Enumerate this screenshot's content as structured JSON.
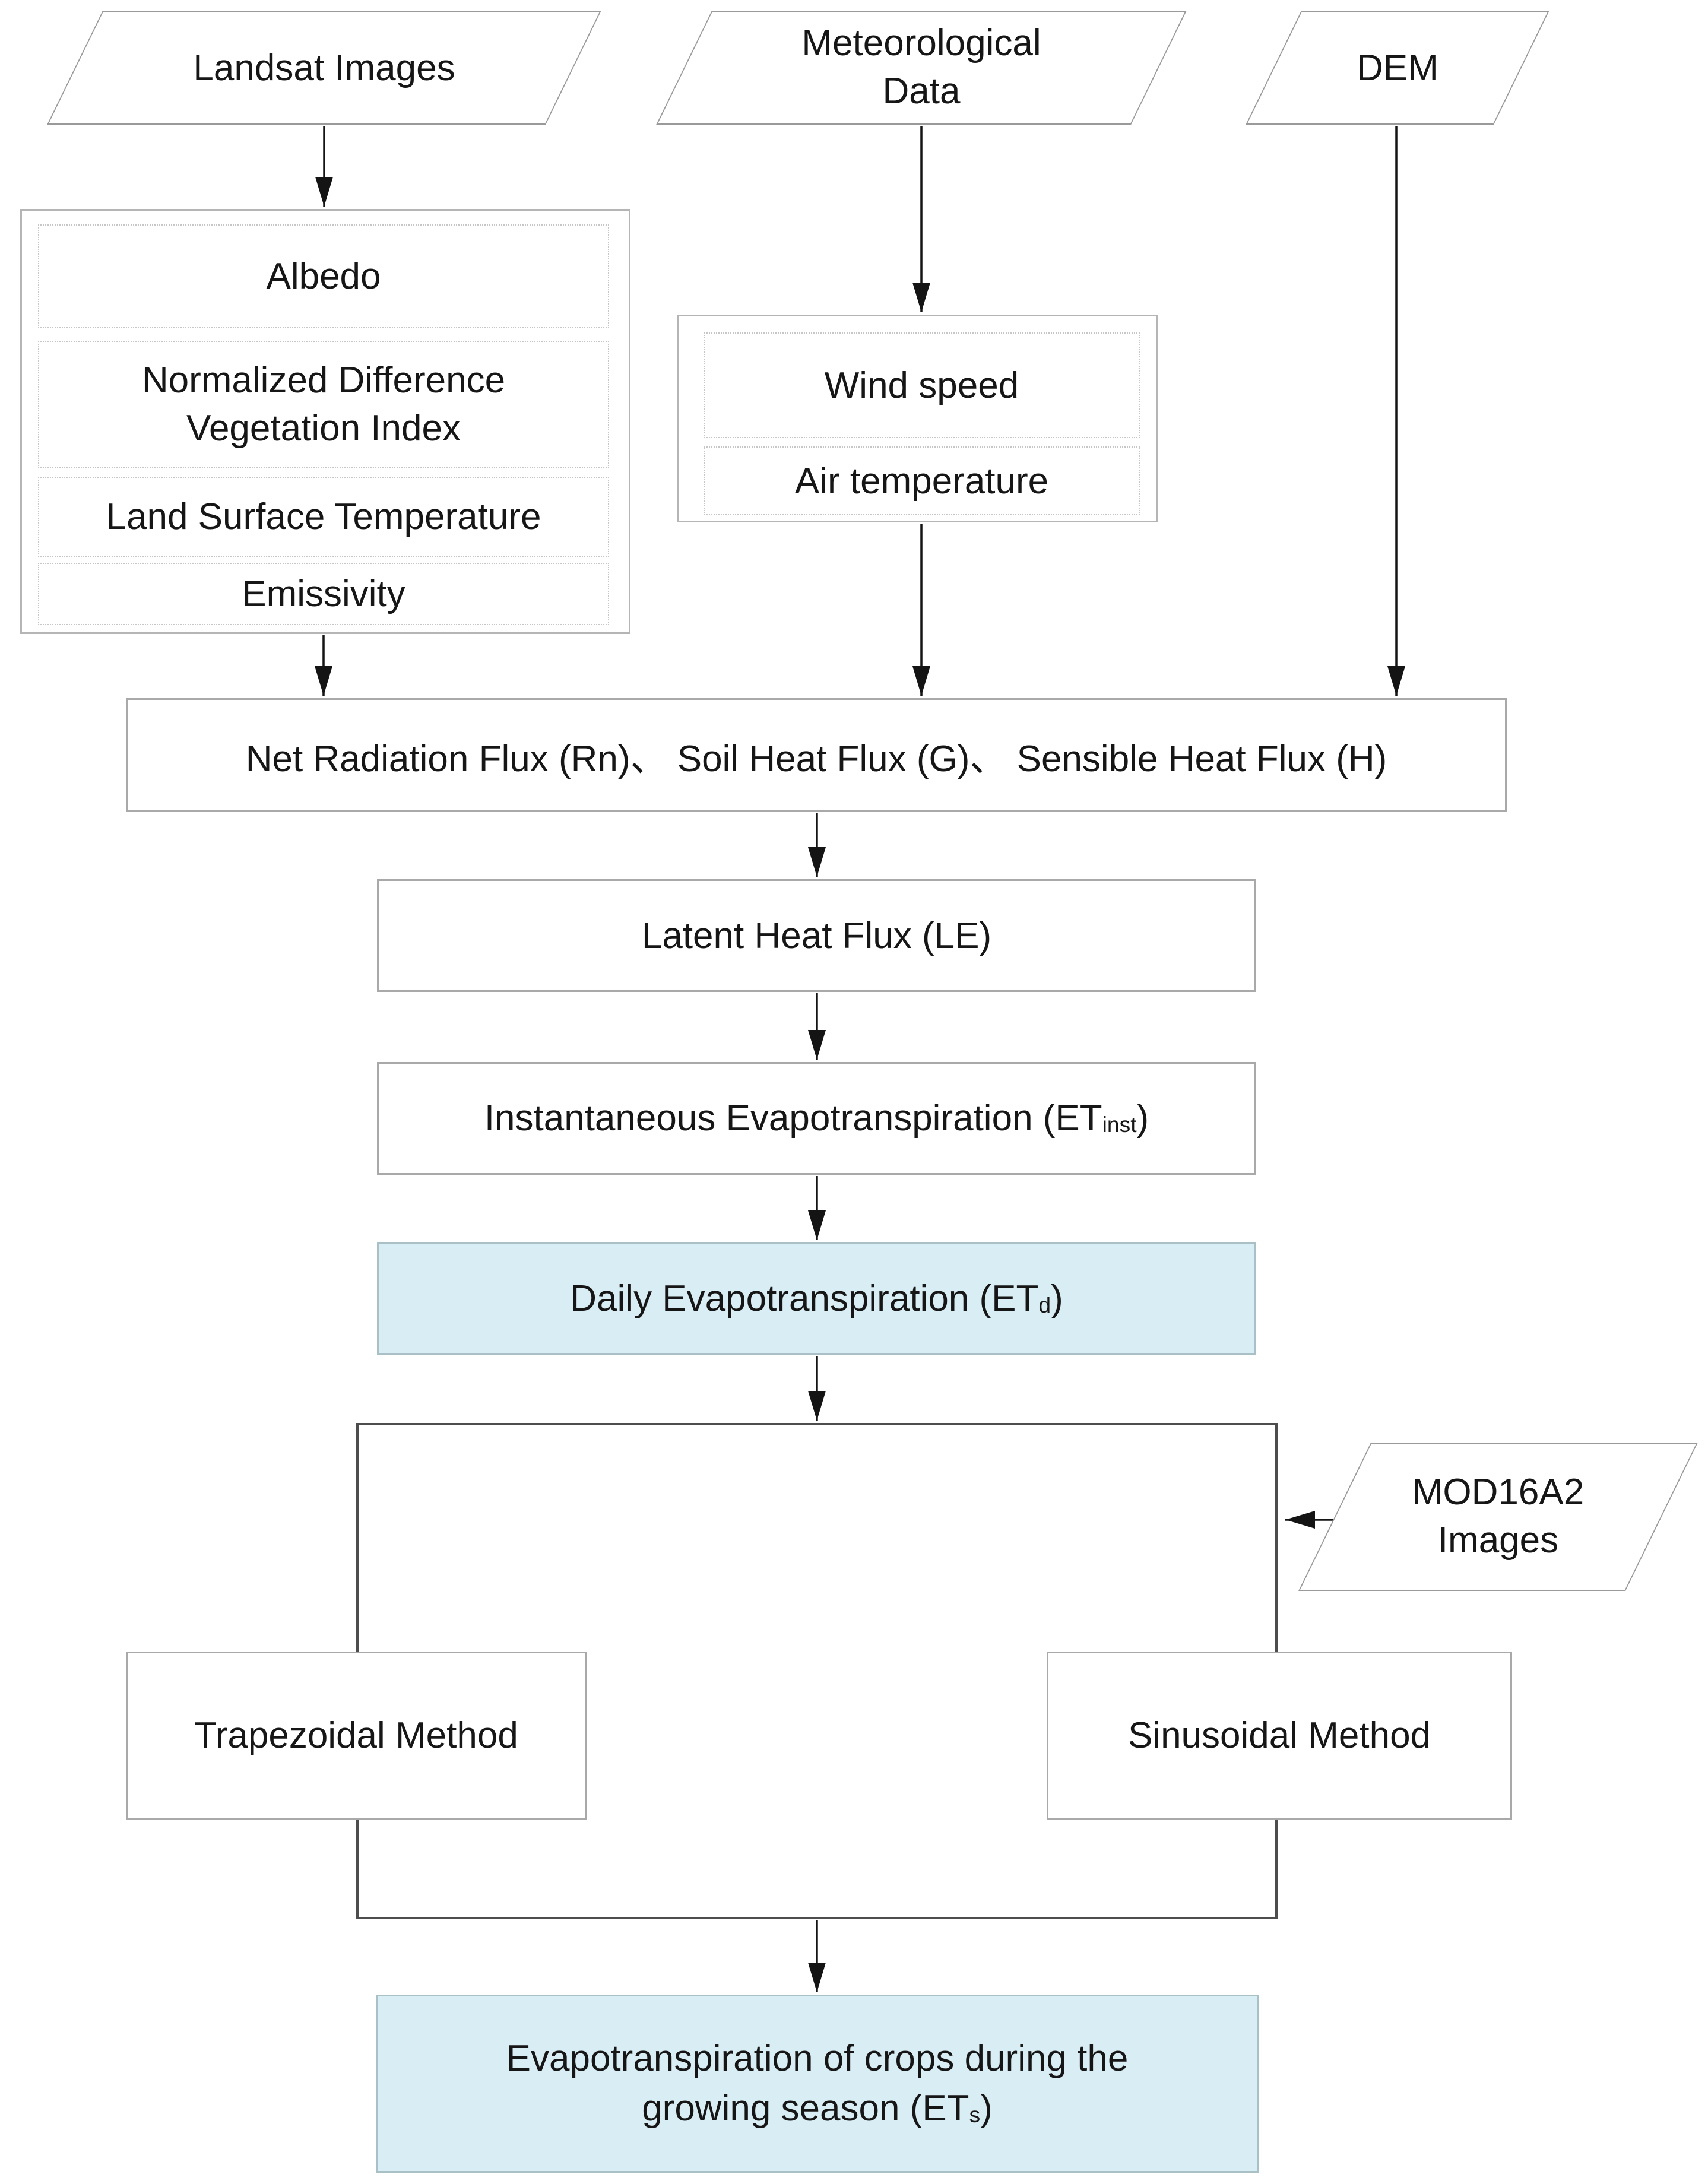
{
  "diagram": {
    "inputs": {
      "landsat": "Landsat Images",
      "meteorological": "Meteorological\nData",
      "dem": "DEM",
      "mod16a2": "MOD16A2\nImages"
    },
    "landsat_products": {
      "albedo": "Albedo",
      "ndvi": "Normalized Difference\nVegetation Index",
      "land_surface_temperature": "Land Surface Temperature",
      "emissivity": "Emissivity"
    },
    "meteo_variables": {
      "wind_speed": "Wind speed",
      "air_temperature": "Air temperature"
    },
    "fluxes": "Net Radiation Flux (Rn)、 Soil Heat Flux (G)、 Sensible Heat Flux (H)",
    "latent_heat": "Latent Heat Flux (LE)",
    "instantaneous_et": {
      "pre": "Instantaneous Evapotranspiration (ET",
      "sub": "inst",
      "post": ")"
    },
    "daily_et": {
      "pre": "Daily Evapotranspiration (ET",
      "sub": "d",
      "post": ")"
    },
    "methods": {
      "trapezoidal": "Trapezoidal Method",
      "sinusoidal": "Sinusoidal Method"
    },
    "seasonal_et": {
      "line1": "Evapotranspiration of crops during the",
      "line2_pre": "growing season (ET",
      "line2_sub": "s",
      "line2_post": ")"
    },
    "colors": {
      "highlight_fill": "#d9edf4",
      "highlight_border": "#a9c0c7",
      "box_border": "#a9a9a9",
      "group_border": "#b5b5b5",
      "container_border": "#4d4d4d",
      "parallelogram_border": "#9a9a9a",
      "arrow": "#141414",
      "text": "#161616"
    }
  }
}
